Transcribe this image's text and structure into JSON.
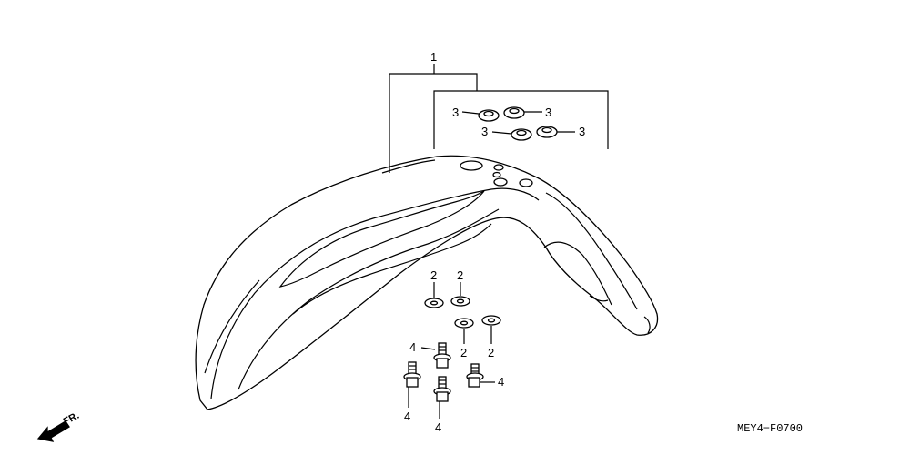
{
  "diagram": {
    "callouts": {
      "c1": "1",
      "c3": [
        "3",
        "3",
        "3",
        "3"
      ],
      "c2": [
        "2",
        "2",
        "2",
        "2"
      ],
      "c4": [
        "4",
        "4",
        "4",
        "4"
      ]
    },
    "direction_label": "FR.",
    "drawing_code": "MEY4−F0700"
  }
}
